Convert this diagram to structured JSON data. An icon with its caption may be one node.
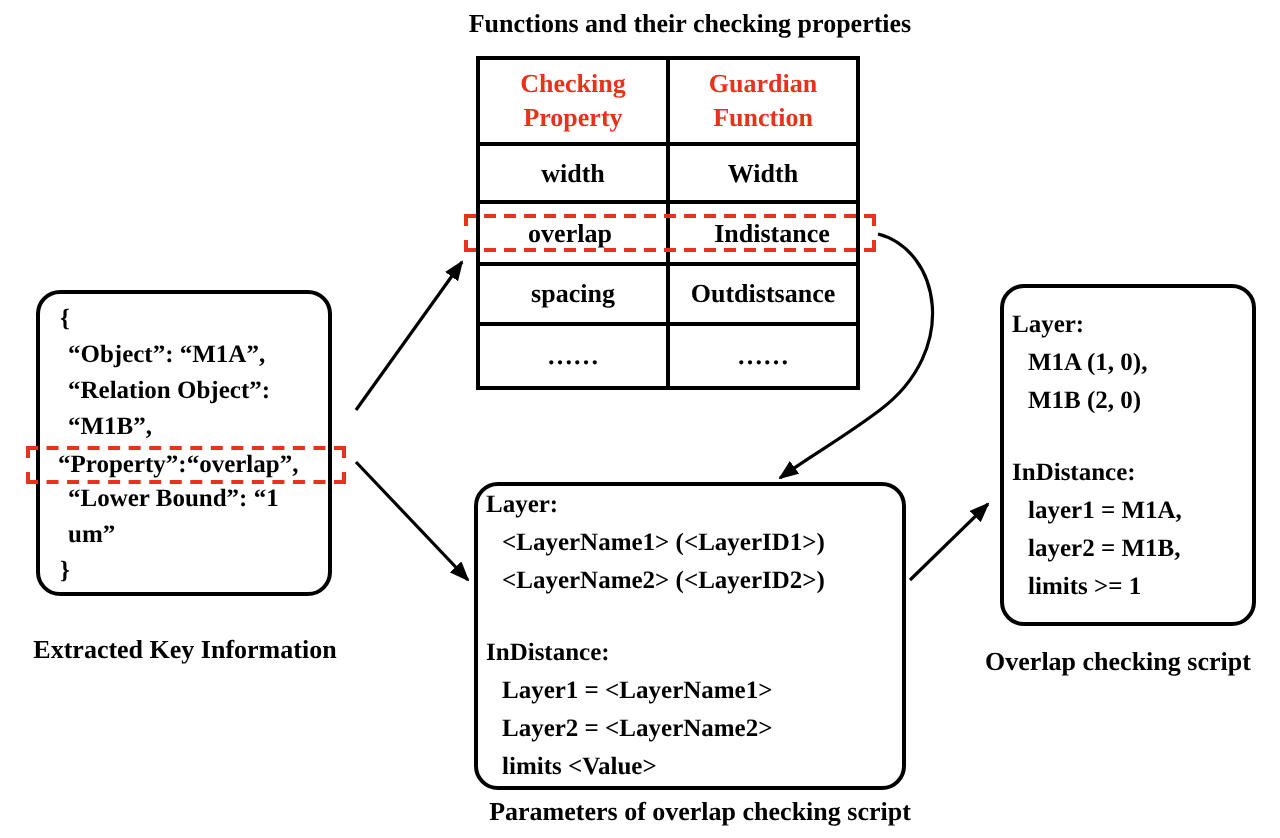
{
  "diagram": {
    "nodes": [
      {
        "text": [
          "{",
          "“Object”: “M1A”,",
          "“Relation Object”: “M1B”,",
          "“Lower Bound”: “1 um”",
          "}"
        ],
        "beside": [
          "Extracted Key Information"
        ]
      },
      {
        "text": [
          "“Property”:“overlap”,"
        ]
      },
      {
        "text": [
          "Checking Property",
          "Guardian Function",
          "width",
          "Width",
          "spacing",
          "Outdistsance",
          "……",
          "……"
        ],
        "beside": [
          "Functions and their checking properties"
        ]
      },
      {
        "text": [
          "overlap",
          "Indistance"
        ]
      },
      {
        "text": [
          "Layer:",
          "<LayerName1> (<LayerID1>)",
          "<LayerName2> (<LayerID2>)",
          "InDistance:",
          "Layer1 = <LayerName1>",
          "Layer2 = <LayerName2>",
          "limits <Value>"
        ],
        "beside": [
          "Parameters of overlap checking script"
        ]
      },
      {
        "text": [
          "Layer:",
          "M1A (1, 0),",
          "M1B (2, 0)",
          "InDistance:",
          "layer1 = M1A,",
          "layer2 = M1B,",
          "limits >= 1"
        ],
        "beside": [
          "Overlap checking script"
        ]
      }
    ],
    "edges": [
      {
        "from": 0,
        "to": 3,
        "arrow": "to"
      },
      {
        "from": 0,
        "to": 4,
        "arrow": "to"
      },
      {
        "from": 3,
        "to": 4,
        "arrow": "to"
      },
      {
        "from": 4,
        "to": 5,
        "arrow": "to"
      }
    ]
  }
}
